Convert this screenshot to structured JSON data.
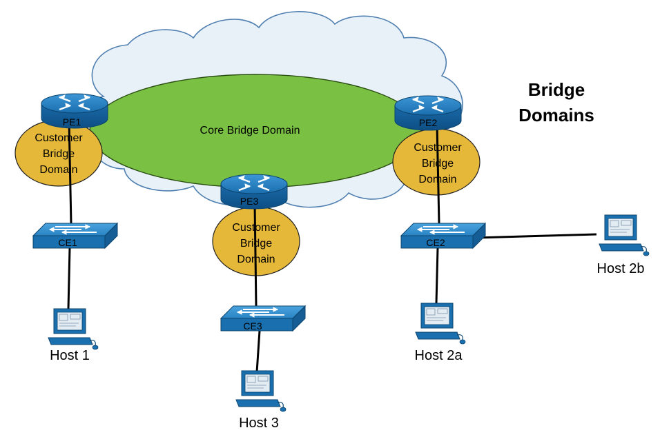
{
  "title": [
    "Bridge",
    "Domains"
  ],
  "core_domain": {
    "label": "Core Bridge Domain",
    "color": "#7ac143"
  },
  "cloud_color": "#e8f1f8",
  "customer_domain": {
    "lines": [
      "Customer",
      "Bridge",
      "Domain"
    ],
    "color": "#e6b83a"
  },
  "routers": {
    "pe1": "PE1",
    "pe2": "PE2",
    "pe3": "PE3"
  },
  "switches": {
    "ce1": "CE1",
    "ce2": "CE2",
    "ce3": "CE3"
  },
  "hosts": {
    "h1": "Host 1",
    "h2a": "Host 2a",
    "h2b": "Host 2b",
    "h3": "Host 3"
  },
  "device_color": "#1a73b5"
}
